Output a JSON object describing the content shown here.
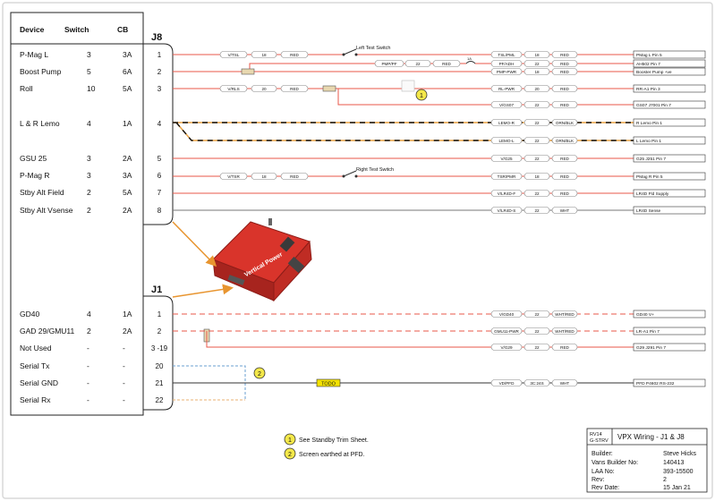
{
  "table": {
    "headers": {
      "device": "Device",
      "switch": "Switch",
      "cb": "CB"
    },
    "rows": [
      {
        "device": "P-Mag L",
        "switch": "3",
        "cb": "3A"
      },
      {
        "device": "Boost Pump",
        "switch": "5",
        "cb": "6A"
      },
      {
        "device": "Roll",
        "switch": "10",
        "cb": "5A"
      },
      {
        "device": "L & R Lemo",
        "switch": "4",
        "cb": "1A"
      },
      {
        "device": "GSU 25",
        "switch": "3",
        "cb": "2A"
      },
      {
        "device": "P-Mag R",
        "switch": "3",
        "cb": "3A"
      },
      {
        "device": "Stby Alt Field",
        "switch": "2",
        "cb": "5A"
      },
      {
        "device": "Stby Alt Vsense",
        "switch": "2",
        "cb": "2A"
      },
      {
        "device": "GD40",
        "switch": "4",
        "cb": "1A"
      },
      {
        "device": "GAD 29/GMU11",
        "switch": "2",
        "cb": "2A"
      },
      {
        "device": "Not Used",
        "switch": "-",
        "cb": "-"
      },
      {
        "device": "Serial Tx",
        "switch": "-",
        "cb": "-"
      },
      {
        "device": "Serial GND",
        "switch": "-",
        "cb": "-"
      },
      {
        "device": "Serial Rx",
        "switch": "-",
        "cb": "-"
      }
    ]
  },
  "connectors": {
    "j8": {
      "label": "J8",
      "pins": [
        "1",
        "2",
        "3",
        "4",
        "5",
        "6",
        "7",
        "8"
      ]
    },
    "j1": {
      "label": "J1",
      "pins": [
        "1",
        "2",
        "3 -19",
        "20",
        "21",
        "22"
      ]
    }
  },
  "device": {
    "brand": "Vertical Power"
  },
  "wires": {
    "vtsl": "V/TSL",
    "vtsl_gauge": "18",
    "vtsl_color": "RED",
    "left_switch": "Left Test Switch",
    "tspml": "TSL/PML",
    "tspml_gauge": "18",
    "tspml_color": "RED",
    "dest1": "PMag L Pin 5",
    "pmppf": "PMP/PF",
    "pmppf_gauge": "22",
    "pmppf_color": "RED",
    "fuse": "1A",
    "pfadh": "PF/ADH",
    "pfadh_gauge": "22",
    "pfadh_color": "RED",
    "dest2a": "AH502 Pin 7",
    "pmppwr": "PMP-PWR",
    "pmppwr_gauge": "18",
    "pmppwr_color": "RED",
    "dest2b": "Booster Pump +ve",
    "vrls": "V/RLS",
    "vrls_gauge": "20",
    "vrls_color": "RED",
    "rlpwr": "RL-PWR",
    "rlpwr_gauge": "20",
    "rlpwr_color": "RED",
    "dest3a": "RR-A1 Pin 3",
    "vgs07": "V/GS07",
    "vgs07_gauge": "22",
    "vgs07_color": "RED",
    "dest3b": "GS07 J7001 Pin 7",
    "lemor": "LEMO-R",
    "lemor_gauge": "22",
    "lemor_color": "ORN/BLK",
    "dest4a": "R Lemo Pin 1",
    "lemol": "LEMO-L",
    "lemol_gauge": "22",
    "lemol_color": "ORN/BLK",
    "dest4b": "L Lemo Pin 1",
    "vg25": "V/G25",
    "vg25_gauge": "22",
    "vg25_color": "RED",
    "dest5": "G25 J251 Pin 7",
    "vtsr": "V/TSR",
    "vtsr_gauge": "18",
    "vtsr_color": "RED",
    "right_switch": "Right Test Switch",
    "tsrpmr": "TSR/PMR",
    "tsrpmr_gauge": "18",
    "tsrpmr_color": "RED",
    "dest6": "PMag R Pin 5",
    "vlr4df": "V/LR4D-F",
    "vlr4df_gauge": "22",
    "vlr4df_color": "RED",
    "dest7": "LR4D Fld Supply",
    "vlr4ds": "V/LR4D-S",
    "vlr4ds_gauge": "22",
    "vlr4ds_color": "WHT",
    "dest8": "LR4D Sense",
    "vgd40": "V/GD40",
    "vgd40_gauge": "22",
    "vgd40_color": "WHT/RED",
    "dest_j1_1": "GD40 V+",
    "gmu11": "GMU11-PWR",
    "gmu11_gauge": "22",
    "gmu11_color": "WHT/RED",
    "dest_j1_2a": "LR-A1 Pin 7",
    "vg29": "V/G29",
    "vg29_gauge": "22",
    "vg29_color": "RED",
    "dest_j1_2b": "G29 J291 Pin 7",
    "todo": "TODO",
    "vdpfd": "VD/PFD",
    "vdpfd_gauge": "3C:24S",
    "vdpfd_color": "WHT",
    "dest_j1_serial": "PFD P4602 RS-232"
  },
  "notes": [
    {
      "num": "1",
      "text": "See Standby Trim Sheet."
    },
    {
      "num": "2",
      "text": "Screen earthed at PFD."
    }
  ],
  "title_block": {
    "rev_code": "RV14",
    "aircraft": "G-STRV",
    "title": "VPX Wiring - J1 & J8",
    "builder_label": "Builder:",
    "builder": "Steve Hicks",
    "vans_label": "Vans Builder No:",
    "vans": "140413",
    "laa_label": "LAA No:",
    "laa": "393-15500",
    "rev_label": "Rev:",
    "rev": "2",
    "date_label": "Rev Date:",
    "date": "15 Jan 21"
  },
  "colors": {
    "red_wire": "#e8574a",
    "orange_arrow": "#e89530",
    "serial_blue": "#6a9fd0",
    "serial_orange": "#e8b070",
    "todo_fill": "#f4e200",
    "device_red": "#d9342b"
  }
}
